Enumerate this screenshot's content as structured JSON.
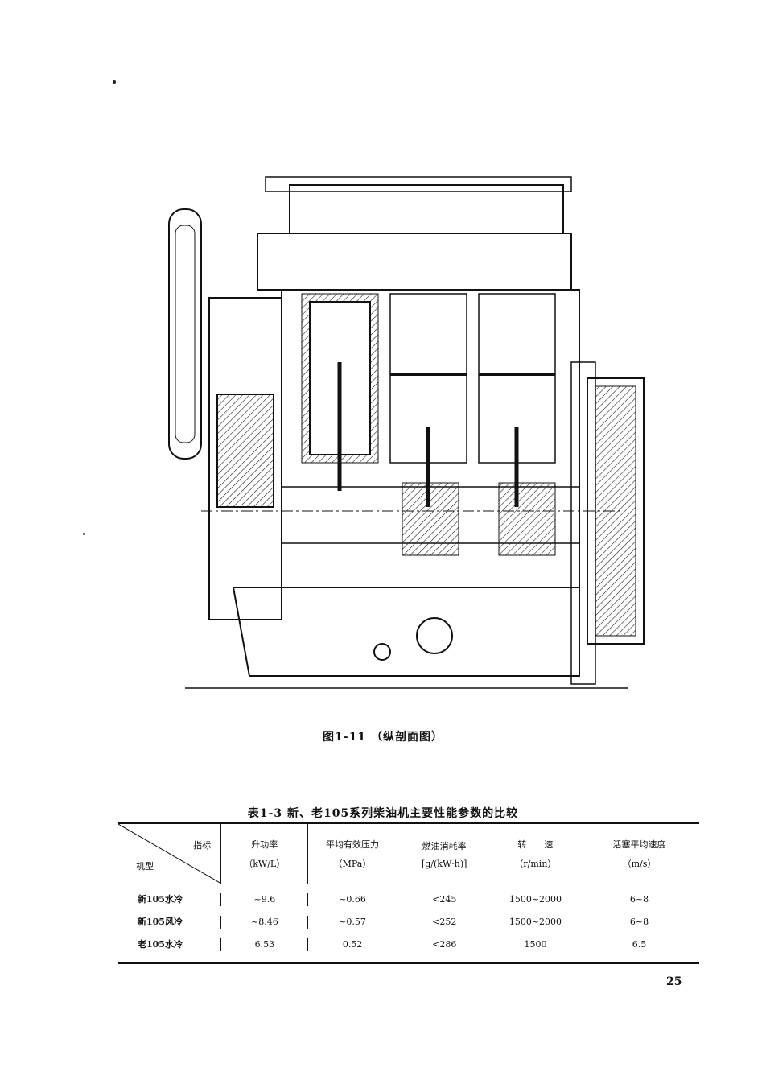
{
  "figure": {
    "caption": "图1-11  （纵剖面图）"
  },
  "table": {
    "title": "表1-3   新、老105系列柴油机主要性能参数的比较",
    "corner_top": "指标",
    "corner_bottom": "机型",
    "headers": [
      {
        "label": "升功率",
        "unit": "（kW/L）"
      },
      {
        "label": "平均有效压力",
        "unit": "（MPa）"
      },
      {
        "label": "燃油消耗率",
        "unit": "[g/(kW·h)]"
      },
      {
        "label": "转　　速",
        "unit": "（r/min）"
      },
      {
        "label": "活塞平均速度",
        "unit": "（m/s）"
      }
    ],
    "rows": [
      {
        "model": "新105水冷",
        "values": [
          "~9.6",
          "~0.66",
          "<245",
          "1500~2000",
          "6~8"
        ]
      },
      {
        "model": "新105风冷",
        "values": [
          "~8.46",
          "~0.57",
          "<252",
          "1500~2000",
          "6~8"
        ]
      },
      {
        "model": "老105水冷",
        "values": [
          "6.53",
          "0.52",
          "<286",
          "1500",
          "6.5"
        ]
      }
    ]
  },
  "page_number": "25"
}
